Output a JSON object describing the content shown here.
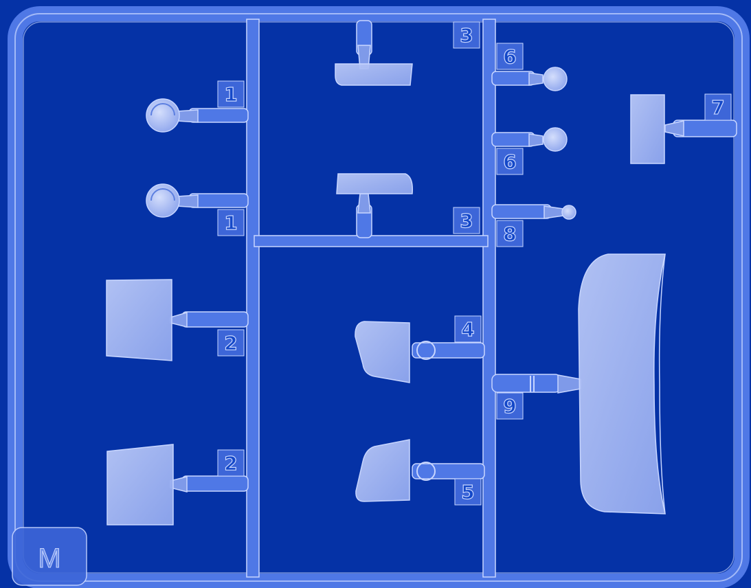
{
  "colors": {
    "background": "#0532a6",
    "plastic": "#4f78e6",
    "plastic_light": "#c8d6ff",
    "part_fill": "#a9bbf2"
  },
  "sprue": {
    "letter": "M",
    "tags": {
      "t1a": "1",
      "t1b": "1",
      "t2a": "2",
      "t2b": "2",
      "t3a": "3",
      "t3b": "3",
      "t4": "4",
      "t5": "5",
      "t6a": "6",
      "t6b": "6",
      "t7": "7",
      "t8": "8",
      "t9": "9"
    }
  }
}
